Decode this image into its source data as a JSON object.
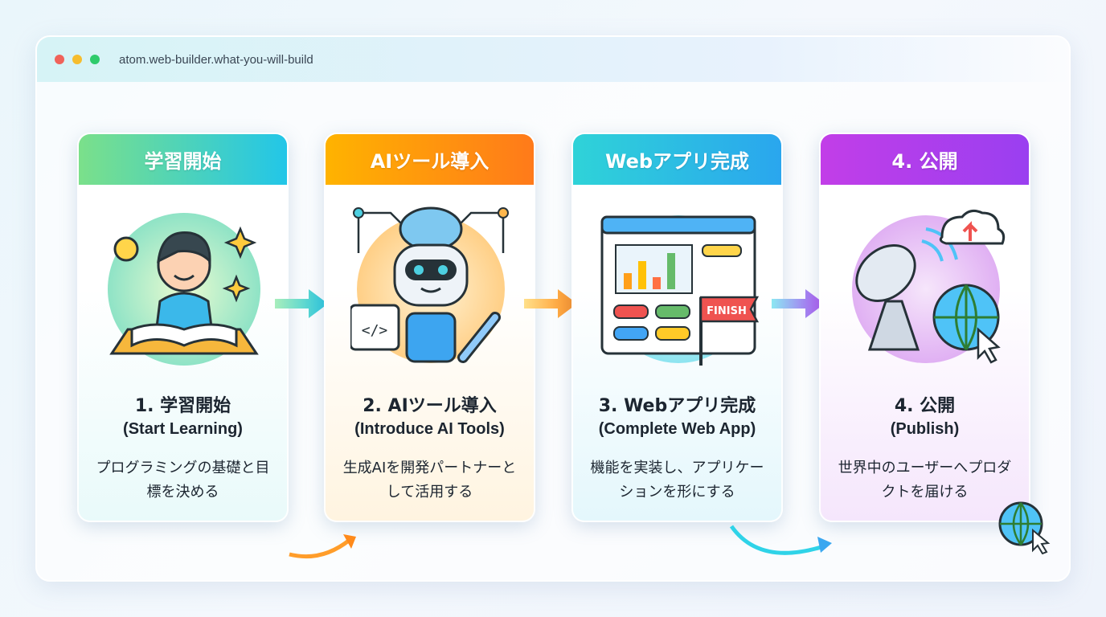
{
  "window": {
    "url": "atom.web-builder.what-you-will-build",
    "dots": [
      "#f0625a",
      "#f6bd2e",
      "#2ecb6b"
    ]
  },
  "steps": [
    {
      "header": "学習開始",
      "title": "1. 学習開始",
      "subtitle": "(Start Learning)",
      "desc": "プログラミングの基礎と目標を決める",
      "icon": "student-reading-icon",
      "colors": [
        "#7be08a",
        "#22c6e8"
      ]
    },
    {
      "header": "AIツール導入",
      "title": "2. AIツール導入",
      "subtitle": "(Introduce AI Tools)",
      "desc": "生成AIを開発パートナーとして活用する",
      "icon": "ai-robot-icon",
      "colors": [
        "#ffb300",
        "#ff7a1a"
      ]
    },
    {
      "header": "Webアプリ完成",
      "title": "3. Webアプリ完成",
      "subtitle": "(Complete Web App)",
      "desc": "機能を実装し、アプリケーションを形にする",
      "icon": "web-app-dashboard-icon",
      "colors": [
        "#2fd3d8",
        "#2aa6ee"
      ],
      "flag": "FINISH"
    },
    {
      "header": "4. 公開",
      "title": "4. 公開",
      "subtitle": "(Publish)",
      "desc": "世界中のユーザーへプロダクトを届ける",
      "icon": "satellite-globe-icon",
      "colors": [
        "#c23ee8",
        "#9a3ff0"
      ]
    }
  ]
}
